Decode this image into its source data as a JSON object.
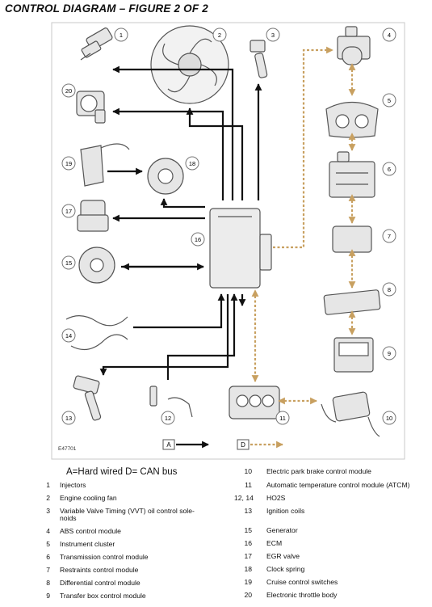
{
  "title": "CONTROL DIAGRAM – FIGURE 2 OF 2",
  "diagram_id": "E47701",
  "legend_box_a": "A",
  "legend_box_d": "D",
  "legend_key": "A=Hard wired   D= CAN bus",
  "callouts": [
    "1",
    "2",
    "3",
    "4",
    "5",
    "6",
    "7",
    "8",
    "9",
    "10",
    "11",
    "12",
    "13",
    "14",
    "15",
    "16",
    "17",
    "18",
    "19",
    "20"
  ],
  "items_left": [
    {
      "num": "1",
      "label": "Injectors"
    },
    {
      "num": "2",
      "label": "Engine cooling fan"
    },
    {
      "num": "3",
      "label": "Variable Valve Timing (VVT) oil control sole-",
      "label2": "noids"
    },
    {
      "num": "4",
      "label": "ABS control module"
    },
    {
      "num": "5",
      "label": "Instrument cluster"
    },
    {
      "num": "6",
      "label": "Transmission control module"
    },
    {
      "num": "7",
      "label": "Restraints control module"
    },
    {
      "num": "8",
      "label": "Differential control module"
    },
    {
      "num": "9",
      "label": "Transfer box control module"
    }
  ],
  "items_right": [
    {
      "num": "10",
      "label": "Electric park brake control module"
    },
    {
      "num": "11",
      "label": "Automatic temperature control module (ATCM)"
    },
    {
      "num": "12, 14",
      "label": "HO2S"
    },
    {
      "num": "13",
      "label": "Ignition coils"
    },
    {
      "num": "15",
      "label": "Generator"
    },
    {
      "num": "16",
      "label": "ECM"
    },
    {
      "num": "17",
      "label": "EGR valve"
    },
    {
      "num": "18",
      "label": "Clock spring"
    },
    {
      "num": "19",
      "label": "Cruise control switches"
    },
    {
      "num": "20",
      "label": "Electronic throttle body"
    }
  ],
  "colors": {
    "hardwired": "#111111",
    "canbus": "#c8a060",
    "component": "#555555"
  }
}
